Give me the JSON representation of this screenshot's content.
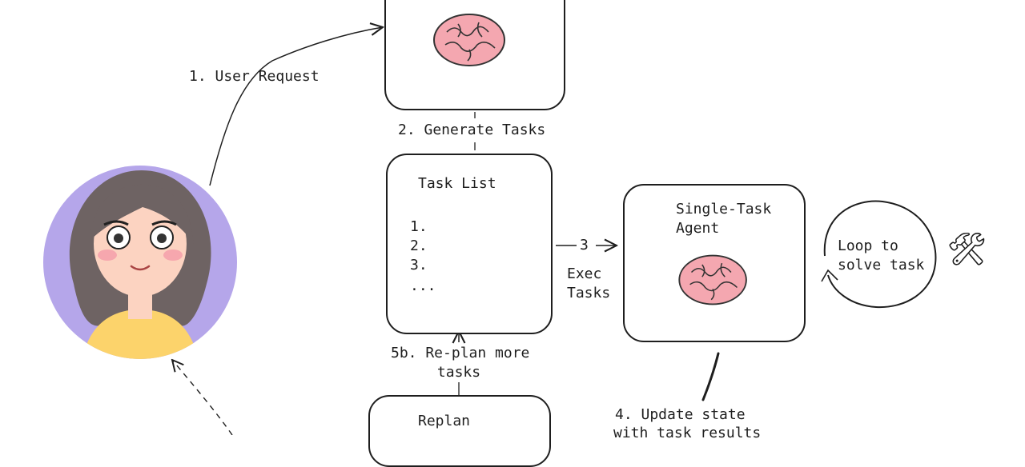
{
  "labels": {
    "user_request": "1. User Request",
    "generate_tasks": "2. Generate Tasks",
    "task_list_title": "Task List",
    "item1": "1.",
    "item2": "2.",
    "item3": "3.",
    "item_more": "...",
    "exec_number": "3",
    "exec_tasks_line1": "Exec",
    "exec_tasks_line2": "Tasks",
    "agent_line1": "Single-Task",
    "agent_line2": "Agent",
    "loop_line1": "Loop to",
    "loop_line2": "solve task",
    "replan_more_line1": "5b. Re-plan more",
    "replan_more_line2": "tasks",
    "replan_title": "Replan",
    "update_state_line1": "4. Update state",
    "update_state_line2": "with task results"
  },
  "icons": {
    "brain": "brain-icon",
    "tools": "hammer-and-wrench-icon",
    "avatar": "woman-avatar"
  },
  "colors": {
    "stroke": "#1e1e1e",
    "brain_pink": "#f4a7b0",
    "avatar_bg": "#b5a6ea",
    "hair": "#6e6363",
    "skin": "#fcd3c1",
    "shirt": "#fcd36b"
  }
}
